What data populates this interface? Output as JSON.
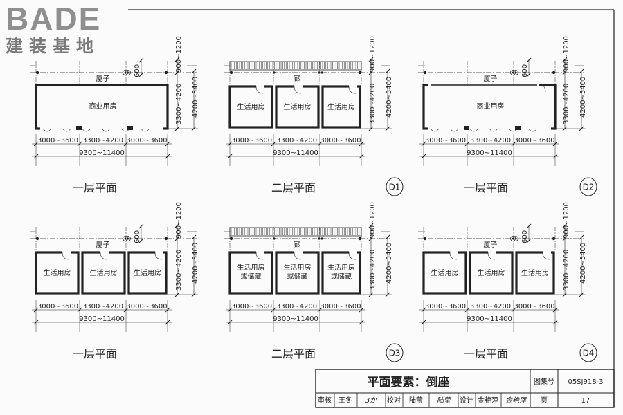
{
  "brand": {
    "name": "BADE",
    "subtitle": "建装基地"
  },
  "labels": {
    "xiazi": "厦子",
    "lang": "廊",
    "shangye": "商业用房",
    "shenghuo": "生活用房",
    "shenghuo_a": "生活用房",
    "chucang_b": "或储藏",
    "dim_600": "600",
    "dim_900_1200": "900~1200",
    "dim_3300_4200": "3300~4200",
    "dim_4200_5400": "4200~5400",
    "dim_3000_3600": "3000~3600",
    "dim_3300_4200b": "3300~4200",
    "dim_9300_11400": "9300~11400"
  },
  "captions": {
    "first_floor": "一层平面",
    "second_floor": "二层平面"
  },
  "badges": [
    "D1",
    "D2",
    "D3",
    "D4"
  ],
  "title_block": {
    "title": "平面要素：倒座",
    "atlas_label": "图集号",
    "atlas_no": "05SJ918-3",
    "review_label": "审核",
    "review_name": "王冬",
    "review_sign": "3か",
    "check_label": "校对",
    "check_name": "陆莹",
    "check_sign": "陆莹",
    "design_label": "设计",
    "design_name": "金艳萍",
    "design_sign": "金艳萍",
    "page_label": "页",
    "page_no": "17"
  }
}
